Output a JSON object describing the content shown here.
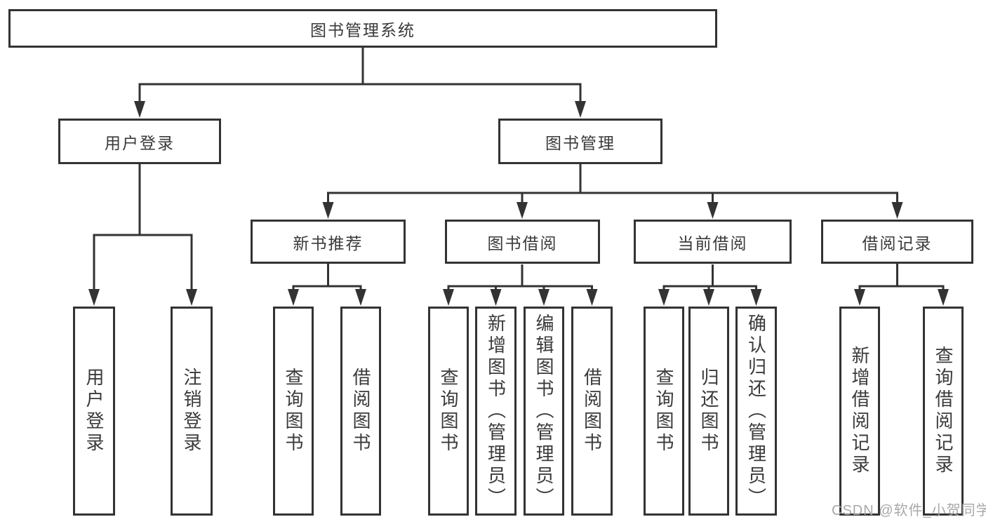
{
  "diagram": {
    "type": "hierarchy-tree",
    "root": {
      "label": "图书管理系统"
    },
    "level2": {
      "user_login": {
        "label": "用户登录"
      },
      "book_management": {
        "label": "图书管理"
      }
    },
    "level3": {
      "new_book_recommendation": {
        "label": "新书推荐",
        "parent": "图书管理"
      },
      "book_borrowing": {
        "label": "图书借阅",
        "parent": "图书管理"
      },
      "current_borrowing": {
        "label": "当前借阅",
        "parent": "图书管理"
      },
      "borrowing_records": {
        "label": "借阅记录",
        "parent": "图书管理"
      }
    },
    "leaves": {
      "user_login_leaf": {
        "label": "用户登录",
        "parent": "用户登录"
      },
      "logout": {
        "label": "注销登录",
        "parent": "用户登录"
      },
      "nb_query_books": {
        "label": "查询图书",
        "parent": "新书推荐"
      },
      "nb_borrow_books": {
        "label": "借阅图书",
        "parent": "新书推荐"
      },
      "bb_query_books": {
        "label": "查询图书",
        "parent": "图书借阅"
      },
      "bb_add_books": {
        "label": "新增图书（管理员）",
        "parent": "图书借阅"
      },
      "bb_edit_books": {
        "label": "编辑图书（管理员）",
        "parent": "图书借阅"
      },
      "bb_borrow_books": {
        "label": "借阅图书",
        "parent": "图书借阅"
      },
      "cb_query_books": {
        "label": "查询图书",
        "parent": "当前借阅"
      },
      "cb_return_books": {
        "label": "归还图书",
        "parent": "当前借阅"
      },
      "cb_confirm_return": {
        "label": "确认归还（管理员）",
        "parent": "当前借阅"
      },
      "br_add_record": {
        "label": "新增借阅记录",
        "parent": "借阅记录"
      },
      "br_query_record": {
        "label": "查询借阅记录",
        "parent": "借阅记录"
      }
    }
  },
  "watermark": {
    "text": "CSDN @软件_小贺同学"
  },
  "colors": {
    "line": "#333333",
    "border": "#333333",
    "text": "#3a3a3a",
    "watermark": "#a8a8a8",
    "background": "#ffffff"
  }
}
